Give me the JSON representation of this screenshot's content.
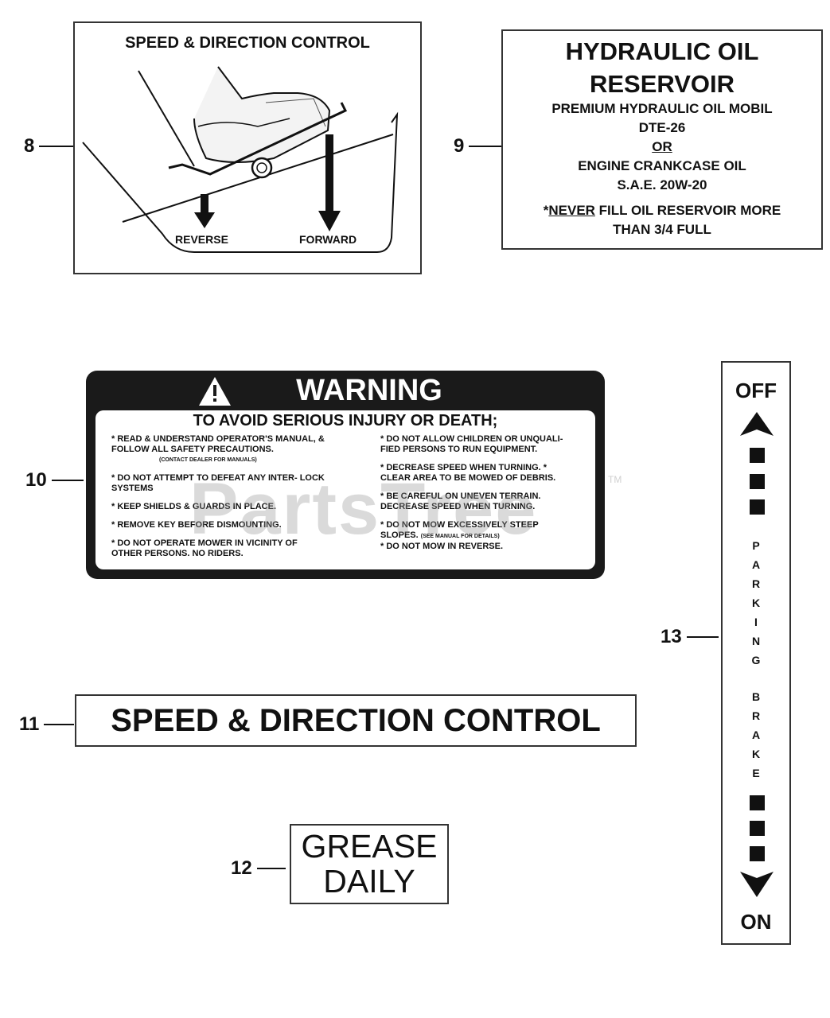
{
  "callouts": {
    "c8": "8",
    "c9": "9",
    "c10": "10",
    "c11": "11",
    "c12": "12",
    "c13": "13"
  },
  "decal8": {
    "title": "SPEED & DIRECTION CONTROL",
    "reverse": "REVERSE",
    "forward": "FORWARD"
  },
  "decal9": {
    "line1": "HYDRAULIC OIL",
    "line2": "RESERVOIR",
    "line3": "PREMIUM HYDRAULIC OIL MOBIL",
    "line4": "DTE-26",
    "line5": "OR",
    "line6": "ENGINE CRANKCASE OIL",
    "line7": "S.A.E. 20W-20",
    "line8_star": "*",
    "line8_never": "NEVER",
    "line8_rest": " FILL OIL RESERVOIR MORE",
    "line9": "THAN 3/4 FULL"
  },
  "decal10": {
    "header": "WARNING",
    "sub": "TO AVOID SERIOUS INJURY OR DEATH;",
    "left": [
      {
        "text": "* READ & UNDERSTAND OPERATOR'S MANUAL, & FOLLOW ALL SAFETY PRECAUTIONS.",
        "note": "(CONTACT DEALER FOR MANUALS)"
      },
      {
        "text": "* DO NOT ATTEMPT TO DEFEAT ANY INTER- LOCK SYSTEMS",
        "note": ""
      },
      {
        "text": "* KEEP SHIELDS & GUARDS IN PLACE.",
        "note": ""
      },
      {
        "text": "* REMOVE KEY BEFORE DISMOUNTING.",
        "note": ""
      },
      {
        "text": "* DO NOT OPERATE MOWER IN VICINITY OF OTHER PERSONS.  NO RIDERS.",
        "note": ""
      }
    ],
    "right": [
      {
        "text": "* DO NOT ALLOW CHILDREN OR UNQUALI- FIED PERSONS TO RUN EQUIPMENT.",
        "note": ""
      },
      {
        "text": "* DECREASE SPEED WHEN TURNING. * CLEAR AREA TO BE MOWED OF DEBRIS.",
        "note": ""
      },
      {
        "text": "* BE CAREFUL ON UNEVEN TERRAIN. DECREASE SPEED WHEN TURNING.",
        "note": ""
      },
      {
        "text": "* DO NOT MOW EXCESSIVELY STEEP SLOPES.",
        "note": "(SEE MANUAL FOR DETAILS)"
      },
      {
        "text": "* DO NOT MOW IN REVERSE.",
        "note": ""
      }
    ]
  },
  "watermark": {
    "text": "PartsTree",
    "tm": "TM"
  },
  "decal11": {
    "text": "SPEED & DIRECTION CONTROL"
  },
  "decal12": {
    "line1": "GREASE",
    "line2": "DAILY"
  },
  "decal13": {
    "off": "OFF",
    "on": "ON",
    "letters": [
      "P",
      "A",
      "R",
      "K",
      "I",
      "N",
      "G",
      "",
      "B",
      "R",
      "A",
      "K",
      "E"
    ]
  }
}
